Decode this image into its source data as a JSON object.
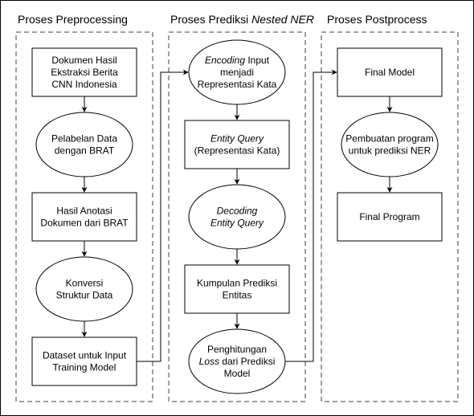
{
  "sections": [
    {
      "title": "Proses Preprocessing",
      "title_italic": ""
    },
    {
      "title": "Proses Prediksi ",
      "title_italic": "Nested NER"
    },
    {
      "title": "Proses Postprocess",
      "title_italic": ""
    }
  ],
  "nodes": {
    "dokumen_hasil": [
      [
        {
          "t": "Dokumen Hasil"
        }
      ],
      [
        {
          "t": "Ekstraksi Berita"
        }
      ],
      [
        {
          "t": "CNN Indonesia"
        }
      ]
    ],
    "pelabelan": [
      [
        {
          "t": "Pelabelan Data"
        }
      ],
      [
        {
          "t": "dengan BRAT"
        }
      ]
    ],
    "hasil_anotasi": [
      [
        {
          "t": "Hasil Anotasi"
        }
      ],
      [
        {
          "t": "Dokumen dari BRAT"
        }
      ]
    ],
    "konversi": [
      [
        {
          "t": "Konversi"
        }
      ],
      [
        {
          "t": "Struktur Data"
        }
      ]
    ],
    "dataset": [
      [
        {
          "t": "Dataset untuk Input"
        }
      ],
      [
        {
          "t": "Training Model"
        }
      ]
    ],
    "encoding": [
      [
        {
          "t": "Encoding",
          "i": true
        },
        {
          "t": " Input"
        }
      ],
      [
        {
          "t": "menjadi"
        }
      ],
      [
        {
          "t": "Representasi Kata"
        }
      ]
    ],
    "entity_query": [
      [
        {
          "t": "Entity Query",
          "i": true
        }
      ],
      [
        {
          "t": "(Representasi Kata)"
        }
      ]
    ],
    "decoding": [
      [
        {
          "t": "Decoding",
          "i": true
        }
      ],
      [
        {
          "t": "Entity Query",
          "i": true
        }
      ]
    ],
    "kumpulan": [
      [
        {
          "t": "Kumpulan Prediksi"
        }
      ],
      [
        {
          "t": "Entitas"
        }
      ]
    ],
    "penghitungan": [
      [
        {
          "t": "Penghitungan"
        }
      ],
      [
        {
          "t": "Loss",
          "i": true
        },
        {
          "t": " dari Prediksi"
        }
      ],
      [
        {
          "t": "Model"
        }
      ]
    ],
    "final_model": [
      [
        {
          "t": "Final Model"
        }
      ]
    ],
    "pembuatan": [
      [
        {
          "t": "Pembuatan program"
        }
      ],
      [
        {
          "t": "untuk prediksi NER"
        }
      ]
    ],
    "final_program": [
      [
        {
          "t": "Final Program"
        }
      ]
    ]
  }
}
